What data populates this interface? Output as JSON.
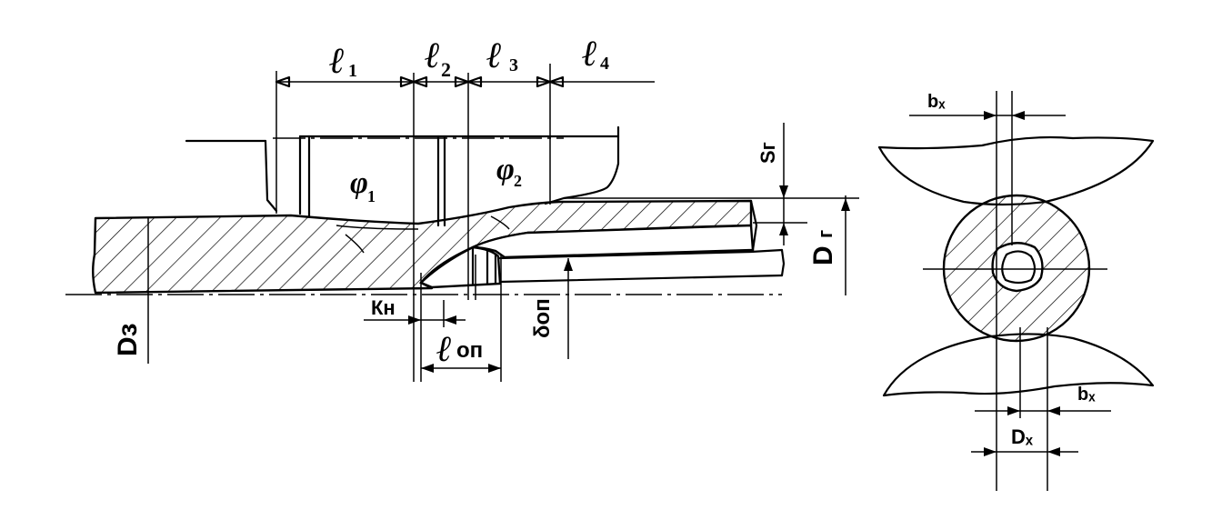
{
  "labels": {
    "l1": "ℓ",
    "l1_sub": "1",
    "l2": "ℓ",
    "l2_sub": "2",
    "l3": "ℓ",
    "l3_sub": "3",
    "l4": "ℓ",
    "l4_sub": "4",
    "phi1": "φ",
    "phi1_sub": "1",
    "phi2": "φ",
    "phi2_sub": "2",
    "sg": "Sг",
    "dg": "D",
    "dg_sub": "г",
    "dz": "Dз",
    "kn": "Кн",
    "lop": "ℓ",
    "lop_sub": "оп",
    "dop": "δоп",
    "bx_top": "bₓ",
    "bx_bottom": "bₓ",
    "dx": "Dₓ"
  }
}
